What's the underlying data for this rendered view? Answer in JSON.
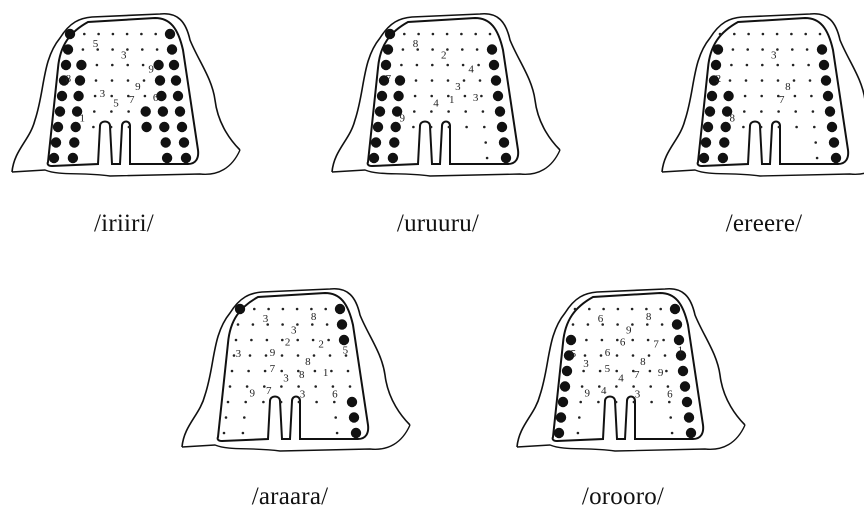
{
  "panels": [
    {
      "id": "iriiri",
      "label": "/iriiri/",
      "marks": [
        "9",
        "1",
        "3",
        "7",
        "8",
        "9",
        "5",
        "5",
        "6",
        "3"
      ]
    },
    {
      "id": "uruuru",
      "label": "/uruuru/",
      "marks": [
        "3",
        "9",
        "2",
        "1",
        "7",
        "4",
        "4",
        "8",
        "3"
      ]
    },
    {
      "id": "ereere",
      "label": "/ereere/",
      "marks": [
        "8",
        "8",
        "3",
        "7",
        "2"
      ]
    },
    {
      "id": "araara",
      "label": "/araara/",
      "marks": [
        "8",
        "9",
        "3",
        "8",
        "3",
        "2",
        "3",
        "3",
        "1",
        "7",
        "8",
        "3",
        "9",
        "5",
        "7",
        "2",
        "6"
      ]
    },
    {
      "id": "orooro",
      "label": "/orooro/",
      "marks": [
        "8",
        "9",
        "9",
        "7",
        "5",
        "7",
        "4",
        "6",
        "9",
        "5",
        "8",
        "3",
        "6",
        "1",
        "4",
        "6",
        "6",
        "3"
      ]
    }
  ]
}
